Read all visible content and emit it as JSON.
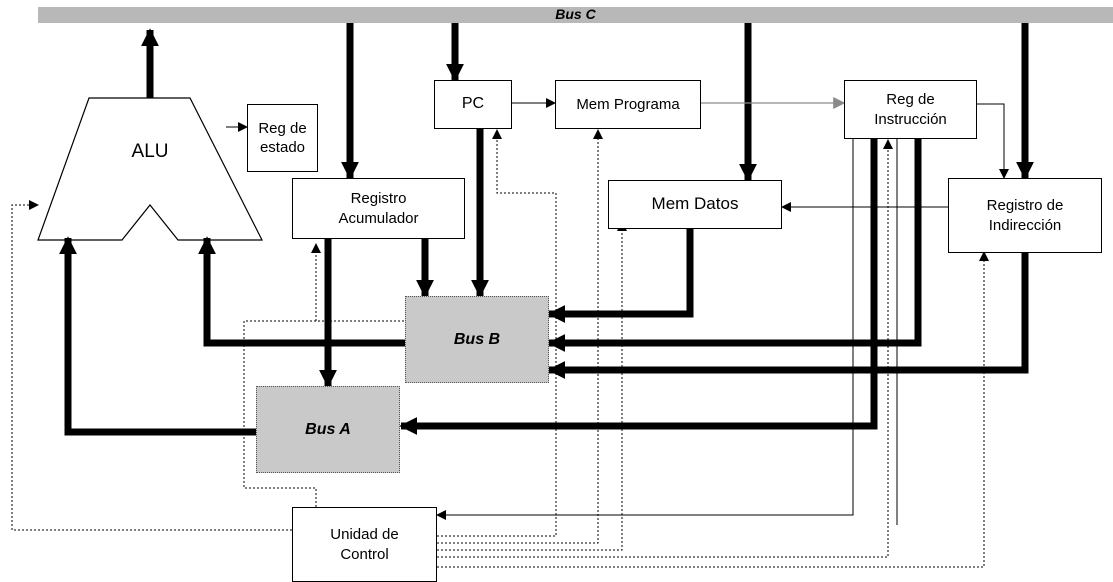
{
  "bus_c": "Bus C",
  "bus_b": "Bus B",
  "bus_a": "Bus A",
  "alu": "ALU",
  "reg_estado": "Reg de\nestado",
  "pc": "PC",
  "mem_programa": "Mem Programa",
  "reg_instruccion": "Reg de\nInstrucción",
  "registro_acumulador": "Registro\nAcumulador",
  "mem_datos": "Mem Datos",
  "registro_indireccion": "Registro de\nIndirección",
  "unidad_control": "Unidad de\nControl"
}
